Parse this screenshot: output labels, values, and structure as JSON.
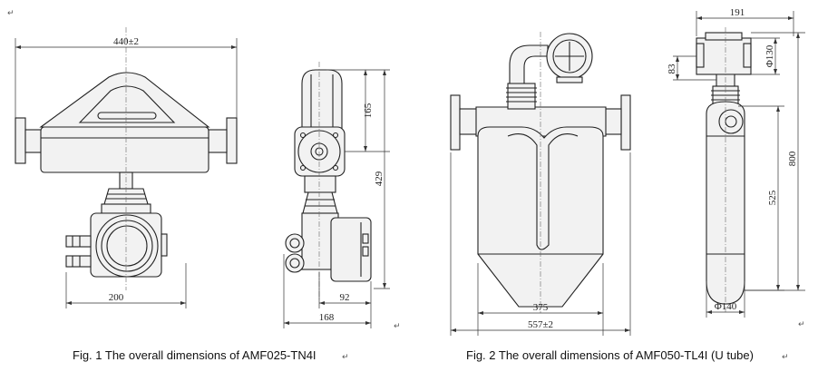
{
  "figure1": {
    "caption": "Fig. 1 The overall dimensions of AMF025-TN4I",
    "front": {
      "width": "440±2",
      "bottom": "200"
    },
    "side": {
      "height_top": "165",
      "height_total": "429",
      "depth_small": "92",
      "depth_total": "168"
    }
  },
  "figure2": {
    "caption": "Fig. 2 The overall dimensions of AMF050-TL4I (U tube)",
    "front": {
      "inner": "375",
      "width": "557±2"
    },
    "side": {
      "top_width": "191",
      "dia_top": "Φ130",
      "offset": "83",
      "height_total": "800",
      "height_tube": "525",
      "dia_bottom": "Φ140"
    }
  },
  "marks": {
    "paragraph_mark": "↵",
    "caption_mark": "↵"
  },
  "colors": {
    "line": "#222222",
    "fill": "#f2f2f2",
    "background": "#ffffff"
  }
}
